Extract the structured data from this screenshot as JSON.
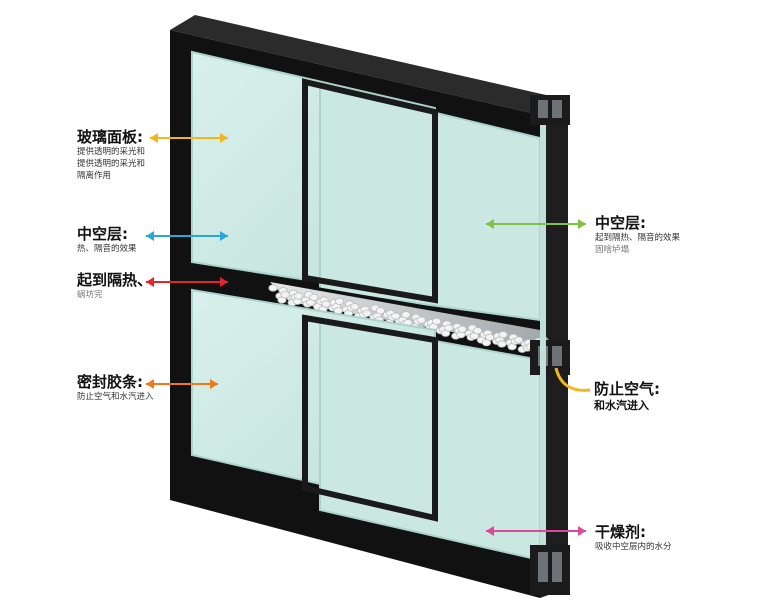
{
  "labels": {
    "glass_panel": {
      "title": "玻璃面板:",
      "desc": [
        "提供透明的采光和",
        "提供透明的采光和",
        "隔离作用"
      ],
      "color": "#f2b61d"
    },
    "air_space_left": {
      "title": "中空层:",
      "desc": [
        "热、隔音的效果"
      ],
      "color": "#2aa7dc"
    },
    "insulation": {
      "title": "起到隔热、",
      "desc": [
        "蜗坊完"
      ],
      "color": "#e0262f"
    },
    "sealing_strip": {
      "title": "密封胶条:",
      "desc": [
        "防止空气和水汽进入"
      ],
      "color": "#f07a1a"
    },
    "air_space_right": {
      "title": "中空层:",
      "desc": [
        "起到隔热、隔音的效果",
        "固啥垆塌"
      ],
      "color": "#7dc242"
    },
    "prevent_air": {
      "title": "防止空气:",
      "desc": [
        "和水汽进入"
      ],
      "color": "#f2b61d"
    },
    "desiccant": {
      "title": "干燥剂:",
      "desc": [
        "吸收中空层内的水分"
      ],
      "color": "#d94a9b"
    }
  },
  "colors": {
    "frame": "#111111",
    "frame_edge": "#3a3a3a",
    "glass": "#cfe9e4",
    "glass_edge": "#a9d3cb",
    "aluminium": "#c9cdd0",
    "beads": "#f4f4f2"
  }
}
